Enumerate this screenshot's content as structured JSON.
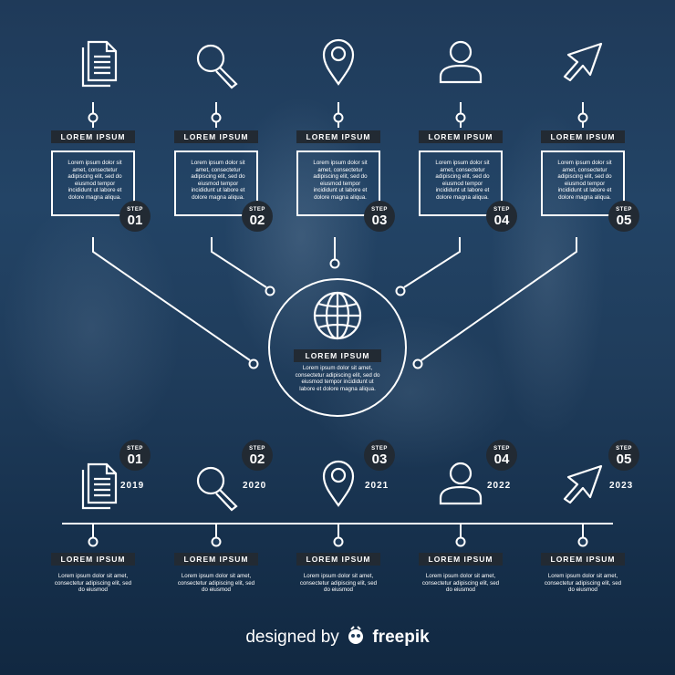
{
  "top_steps": [
    {
      "title": "LOREM IPSUM",
      "text": "Lorem ipsum dolor sit amet, consectetur adipiscing elit, sed do eiusmod tempor incididunt ut labore et dolore magna aliqua.",
      "step_label": "STEP",
      "step_number": "01",
      "icon": "document-icon"
    },
    {
      "title": "LOREM IPSUM",
      "text": "Lorem ipsum dolor sit amet, consectetur adipiscing elit, sed do eiusmod tempor incididunt ut labore et dolore magna aliqua.",
      "step_label": "STEP",
      "step_number": "02",
      "icon": "magnifier-icon"
    },
    {
      "title": "LOREM IPSUM",
      "text": "Lorem ipsum dolor sit amet, consectetur adipiscing elit, sed do eiusmod tempor incididunt ut labore et dolore magna aliqua.",
      "step_label": "STEP",
      "step_number": "03",
      "icon": "location-pin-icon"
    },
    {
      "title": "LOREM IPSUM",
      "text": "Lorem ipsum dolor sit amet, consectetur adipiscing elit, sed do eiusmod tempor incididunt ut labore et dolore magna aliqua.",
      "step_label": "STEP",
      "step_number": "04",
      "icon": "user-icon"
    },
    {
      "title": "LOREM IPSUM",
      "text": "Lorem ipsum dolor sit amet, consectetur adipiscing elit, sed do eiusmod tempor incididunt ut labore et dolore magna aliqua.",
      "step_label": "STEP",
      "step_number": "05",
      "icon": "cursor-arrow-icon"
    }
  ],
  "center": {
    "title": "LOREM IPSUM",
    "text": "Lorem ipsum dolor sit amet, consectetur adipiscing elit, sed do eiusmod tempor incididunt ut labore et dolore magna aliqua.",
    "icon": "globe-icon"
  },
  "timeline": [
    {
      "step_label": "STEP",
      "step_number": "01",
      "year": "2019",
      "title": "LOREM IPSUM",
      "text": "Lorem ipsum dolor sit amet, consectetur adipiscing elit, sed do eiusmod",
      "icon": "document-icon"
    },
    {
      "step_label": "STEP",
      "step_number": "02",
      "year": "2020",
      "title": "LOREM IPSUM",
      "text": "Lorem ipsum dolor sit amet, consectetur adipiscing elit, sed do eiusmod",
      "icon": "magnifier-icon"
    },
    {
      "step_label": "STEP",
      "step_number": "03",
      "year": "2021",
      "title": "LOREM IPSUM",
      "text": "Lorem ipsum dolor sit amet, consectetur adipiscing elit, sed do eiusmod",
      "icon": "location-pin-icon"
    },
    {
      "step_label": "STEP",
      "step_number": "04",
      "year": "2022",
      "title": "LOREM IPSUM",
      "text": "Lorem ipsum dolor sit amet, consectetur adipiscing elit, sed do eiusmod",
      "icon": "user-icon"
    },
    {
      "step_label": "STEP",
      "step_number": "05",
      "year": "2023",
      "title": "LOREM IPSUM",
      "text": "Lorem ipsum dolor sit amet, consectetur adipiscing elit, sed do eiusmod",
      "icon": "cursor-arrow-icon"
    }
  ],
  "footer": {
    "prefix": "designed by",
    "brand": "freepik",
    "logo_icon": "freepik-logo-icon"
  },
  "colors": {
    "background": "#1f3c5b",
    "line": "#ffffff",
    "label_bg": "#222a33"
  }
}
